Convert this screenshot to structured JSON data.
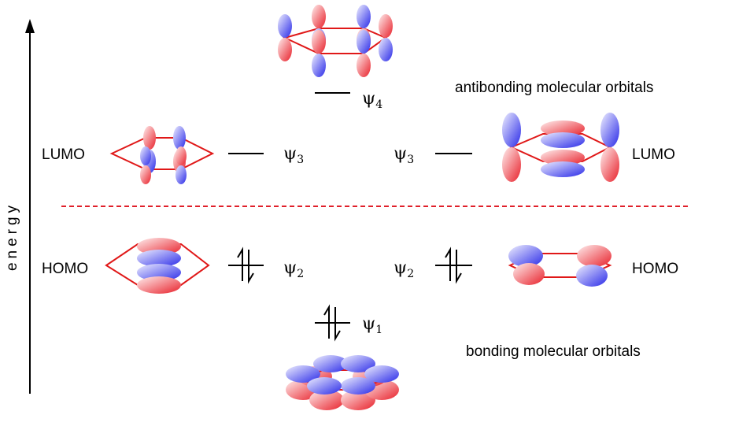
{
  "axis": {
    "label": "energy"
  },
  "regions": {
    "antibonding": "antibonding molecular orbitals",
    "bonding": "bonding molecular orbitals"
  },
  "levels": {
    "psi4": {
      "symbol": "ψ",
      "sub": "4"
    },
    "psi3_left": {
      "symbol": "ψ",
      "sub": "3",
      "tag": "LUMO"
    },
    "psi3_right": {
      "symbol": "ψ",
      "sub": "3",
      "tag": "LUMO"
    },
    "psi2_left": {
      "symbol": "ψ",
      "sub": "2",
      "tag": "HOMO"
    },
    "psi2_right": {
      "symbol": "ψ",
      "sub": "2",
      "tag": "HOMO"
    },
    "psi1": {
      "symbol": "ψ",
      "sub": "1"
    }
  },
  "colors": {
    "positive": "#e0202a",
    "negative": "#2a2ae0",
    "divider": "#e0202a",
    "ring": "#e01818"
  }
}
